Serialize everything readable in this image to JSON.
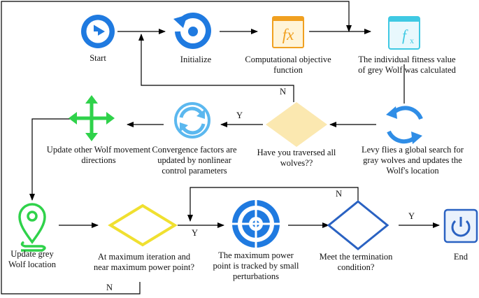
{
  "nodes": {
    "start": "Start",
    "initialize": "Initialize",
    "objective": [
      "Computational objective",
      "function"
    ],
    "fitness": [
      "The individual fitness value",
      "of grey Wolf was calculated"
    ],
    "update_other": [
      "Update other Wolf movement",
      "directions"
    ],
    "convergence": [
      "Convergence factors are",
      "updated by nonlinear",
      "control parameters"
    ],
    "traversed": [
      "Have you traversed all",
      "wolves??"
    ],
    "levy": [
      "Levy flies a global search for",
      "gray wolves and updates the",
      "Wolf's location"
    ],
    "update_grey": [
      "Update grey",
      "Wolf location"
    ],
    "max_iteration": [
      "At maximum iteration and",
      "near maximum power point?"
    ],
    "perturb": [
      "The maximum power",
      "point is tracked by small",
      "perturbations"
    ],
    "termination": [
      "Meet the termination",
      "condition?"
    ],
    "end": "End"
  },
  "edge_labels": {
    "traversed_no": "N",
    "traversed_yes": "Y",
    "max_yes": "Y",
    "max_no": "N",
    "term_no": "N",
    "term_yes": "Y"
  },
  "icons": {
    "start": "play-icon",
    "initialize": "refresh-icon",
    "objective": "fx-function-icon",
    "fitness": "fx-calculator-icon",
    "update_other": "move-arrows-icon",
    "convergence": "sync-icon",
    "levy": "cycle-icon",
    "update_grey": "location-pin-icon",
    "perturb": "target-icon",
    "end": "power-icon"
  },
  "colors": {
    "blue": "#1f7ae0",
    "light_blue": "#5bb8ef",
    "cyan": "#3fc9e3",
    "orange": "#f0a020",
    "green": "#2fd24a",
    "yellow_fill": "#fbe8b0",
    "yellow_stroke": "#f0e030",
    "dark_blue": "#2a62c2",
    "line": "#000000"
  }
}
